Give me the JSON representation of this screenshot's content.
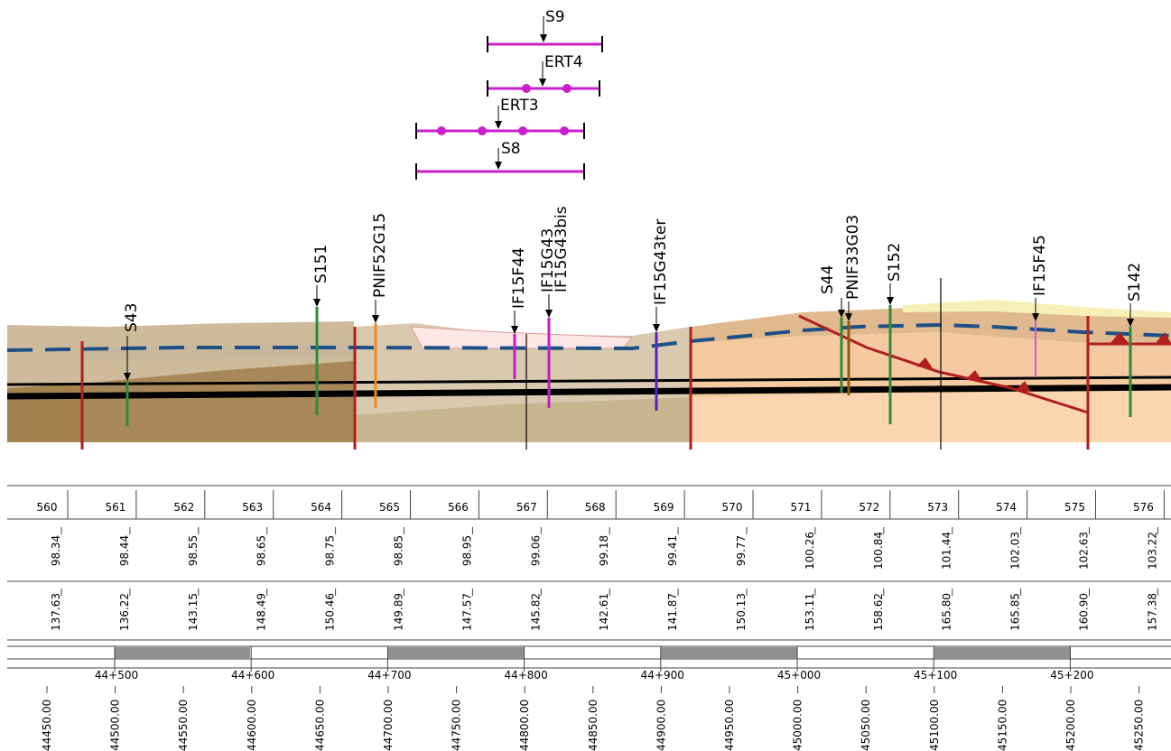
{
  "survey_lines": [
    {
      "label": "S9",
      "points": false
    },
    {
      "label": "ERT4",
      "points": true
    },
    {
      "label": "ERT3",
      "points": true
    },
    {
      "label": "S8",
      "points": false
    }
  ],
  "boreholes": [
    {
      "label": "S43"
    },
    {
      "label": "S151"
    },
    {
      "label": "PNIF52G15"
    },
    {
      "label": "IF15F44"
    },
    {
      "label": "IF15G43"
    },
    {
      "label": "IF15G43bis"
    },
    {
      "label": "IF15G43ter"
    },
    {
      "label": "S44"
    },
    {
      "label": "PNIF33G03"
    },
    {
      "label": "S152"
    },
    {
      "label": "IF15F45"
    },
    {
      "label": "S142"
    }
  ],
  "table": {
    "profile_numbers": [
      "560",
      "561",
      "562",
      "563",
      "564",
      "565",
      "566",
      "567",
      "568",
      "569",
      "570",
      "571",
      "572",
      "573",
      "574",
      "575",
      "576"
    ],
    "row2_values": [
      "98.34",
      "98.44",
      "98.55",
      "98.65",
      "98.75",
      "98.85",
      "98.95",
      "99.06",
      "99.18",
      "99.41",
      "99.77",
      "100.26",
      "100.84",
      "101.44",
      "102.03",
      "102.63",
      "103.22"
    ],
    "row3_values": [
      "137.63",
      "136.22",
      "143.15",
      "148.49",
      "150.46",
      "149.89",
      "147.57",
      "145.82",
      "142.61",
      "141.87",
      "150.13",
      "153.11",
      "158.62",
      "165.80",
      "165.85",
      "160.90",
      "157.38"
    ],
    "chainage_labels": [
      "44+500",
      "44+600",
      "44+700",
      "44+800",
      "44+900",
      "45+000",
      "45+100",
      "45+200"
    ],
    "chainage_values": [
      "44450.00",
      "44500.00",
      "44550.00",
      "44600.00",
      "44650.00",
      "44700.00",
      "44750.00",
      "44800.00",
      "44850.00",
      "44900.00",
      "44950.00",
      "45000.00",
      "45050.00",
      "45100.00",
      "45150.00",
      "45200.00",
      "45250.00"
    ]
  },
  "colors": {
    "survey_line": "#cc1fcc",
    "water_table": "#1e4f86",
    "fault": "#b01e1e",
    "borehole_green": "#2f8b3a",
    "borehole_orange": "#f08a1c",
    "borehole_magenta": "#c21ec2",
    "borehole_violet": "#5a22c2",
    "grey_band": "#909090"
  }
}
